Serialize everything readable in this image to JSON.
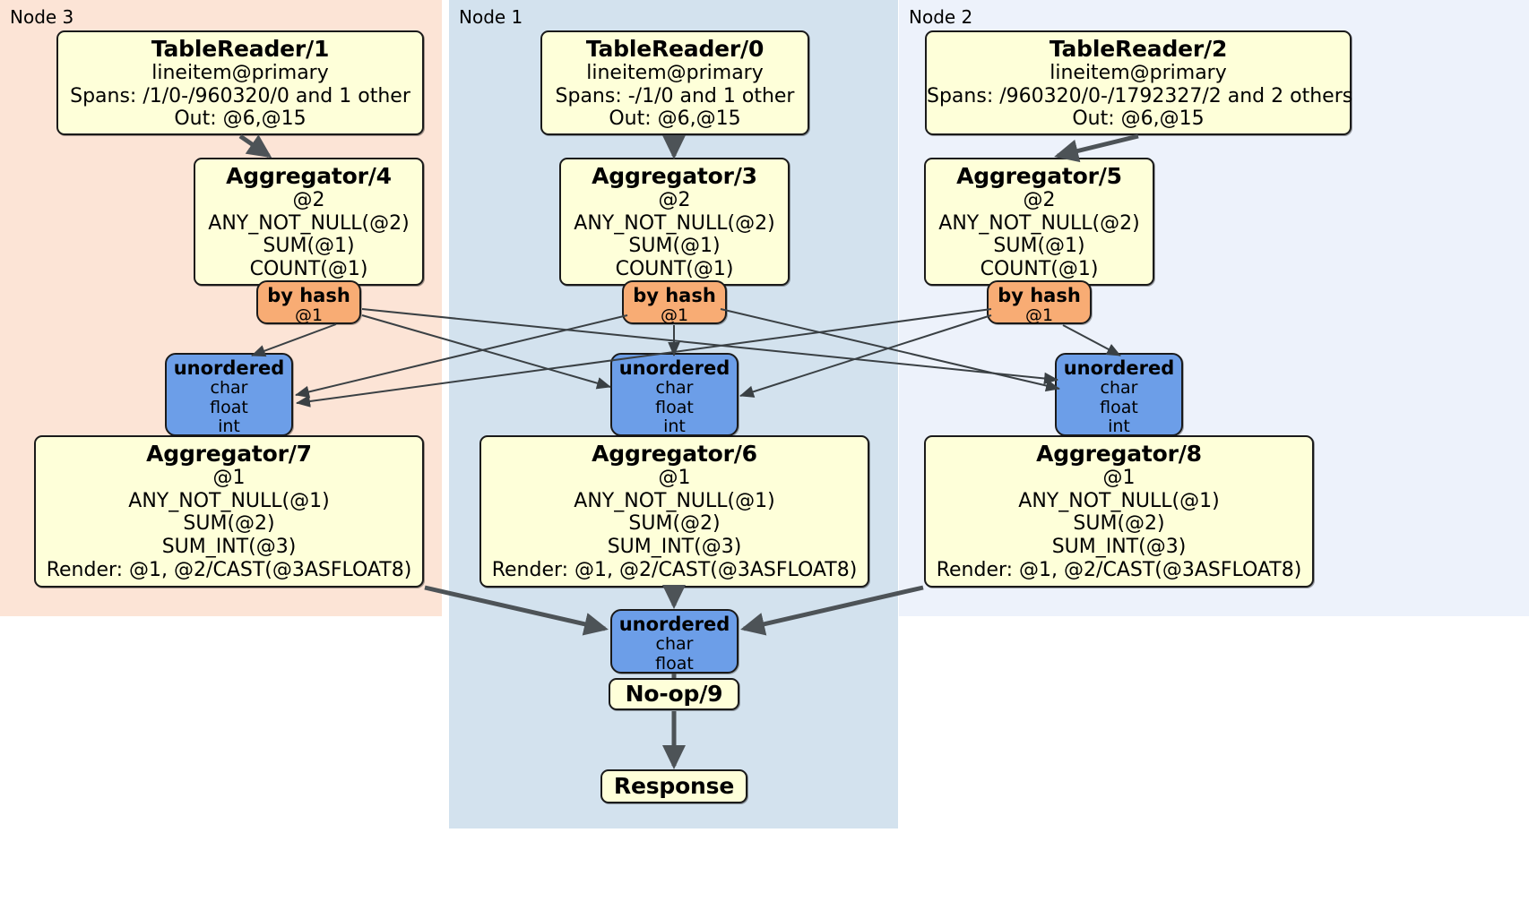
{
  "diagram": {
    "type": "distributed-query-plan",
    "colors": {
      "node3_panel": "#fce4d6",
      "node1_panel": "#d3e2ee",
      "node2_panel": "#edf2fb",
      "processor_box": "#feffd9",
      "hash_router": "#f8ac74",
      "unordered_sync": "#6c9ee8",
      "edge": "#4d5357",
      "border": "#1a1a1a"
    }
  },
  "panels": [
    {
      "label": "Node 3"
    },
    {
      "label": "Node 1"
    },
    {
      "label": "Node 2"
    }
  ],
  "processors": {
    "table_reader_1": {
      "title": "TableReader/1",
      "lines": [
        "lineitem@primary",
        "Spans: /1/0-/960320/0 and 1 other",
        "Out: @6,@15"
      ]
    },
    "table_reader_0": {
      "title": "TableReader/0",
      "lines": [
        "lineitem@primary",
        "Spans: -/1/0 and 1 other",
        "Out: @6,@15"
      ]
    },
    "table_reader_2": {
      "title": "TableReader/2",
      "lines": [
        "lineitem@primary",
        "Spans: /960320/0-/1792327/2 and 2 others",
        "Out: @6,@15"
      ]
    },
    "aggregator_4": {
      "title": "Aggregator/4",
      "lines": [
        "@2",
        "ANY_NOT_NULL(@2)",
        "SUM(@1)",
        "COUNT(@1)"
      ]
    },
    "aggregator_3": {
      "title": "Aggregator/3",
      "lines": [
        "@2",
        "ANY_NOT_NULL(@2)",
        "SUM(@1)",
        "COUNT(@1)"
      ]
    },
    "aggregator_5": {
      "title": "Aggregator/5",
      "lines": [
        "@2",
        "ANY_NOT_NULL(@2)",
        "SUM(@1)",
        "COUNT(@1)"
      ]
    },
    "aggregator_7": {
      "title": "Aggregator/7",
      "lines": [
        "@1",
        "ANY_NOT_NULL(@1)",
        "SUM(@2)",
        "SUM_INT(@3)",
        "Render: @1, @2/CAST(@3ASFLOAT8)"
      ]
    },
    "aggregator_6": {
      "title": "Aggregator/6",
      "lines": [
        "@1",
        "ANY_NOT_NULL(@1)",
        "SUM(@2)",
        "SUM_INT(@3)",
        "Render: @1, @2/CAST(@3ASFLOAT8)"
      ]
    },
    "aggregator_8": {
      "title": "Aggregator/8",
      "lines": [
        "@1",
        "ANY_NOT_NULL(@1)",
        "SUM(@2)",
        "SUM_INT(@3)",
        "Render: @1, @2/CAST(@3ASFLOAT8)"
      ]
    },
    "noop_9": {
      "title": "No-op/9",
      "lines": []
    },
    "response": {
      "title": "Response",
      "lines": []
    }
  },
  "routers": {
    "hash_left": {
      "title": "by hash",
      "lines": [
        "@1"
      ]
    },
    "hash_mid": {
      "title": "by hash",
      "lines": [
        "@1"
      ]
    },
    "hash_right": {
      "title": "by hash",
      "lines": [
        "@1"
      ]
    },
    "sync_left": {
      "title": "unordered",
      "lines": [
        "char",
        "float",
        "int"
      ]
    },
    "sync_mid": {
      "title": "unordered",
      "lines": [
        "char",
        "float",
        "int"
      ]
    },
    "sync_right": {
      "title": "unordered",
      "lines": [
        "char",
        "float",
        "int"
      ]
    },
    "sync_final": {
      "title": "unordered",
      "lines": [
        "char",
        "float"
      ]
    }
  }
}
